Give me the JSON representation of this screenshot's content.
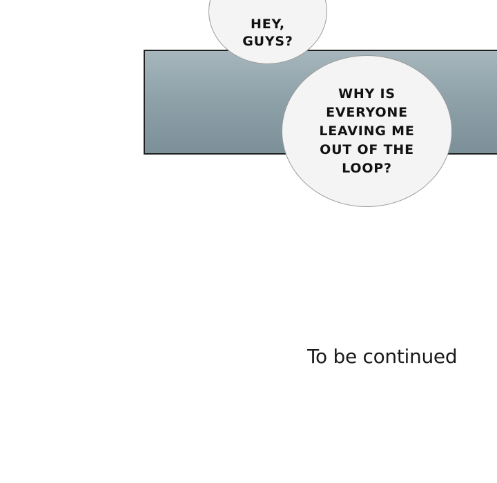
{
  "panel": {
    "bubbles": [
      {
        "lines": [
          "HEY,",
          "GUYS?"
        ]
      },
      {
        "lines": [
          "WHY IS",
          "EVERYONE",
          "LEAVING ME",
          "OUT OF THE",
          "LOOP?"
        ]
      }
    ]
  },
  "footer": {
    "continued": "To be continued"
  },
  "colors": {
    "panel_top": "#a6b6bc",
    "panel_bottom": "#7c9099",
    "bubble_fill": "#f4f4f4",
    "bubble_border": "#9a9a9a",
    "text": "#111111"
  }
}
